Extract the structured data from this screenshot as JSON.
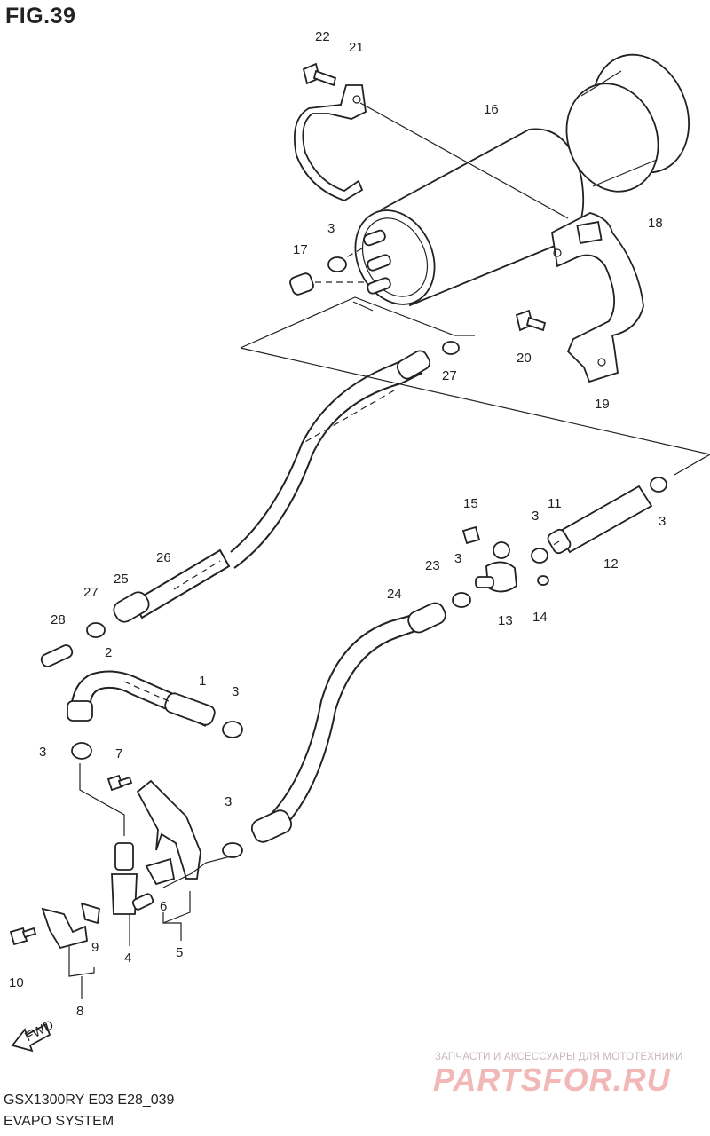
{
  "figure": {
    "title": "FIG.39",
    "model_code": "GSX1300RY E03 E28_039",
    "section_name": "EVAPO SYSTEM",
    "fwd_label": "FWD"
  },
  "watermark": {
    "tagline": "ЗАПЧАСТИ И АКСЕССУАРЫ ДЛЯ МОТОТЕХНИКИ",
    "brand": "PARTSFOR.RU"
  },
  "callouts": {
    "p1": "1",
    "p2": "2",
    "p3a": "3",
    "p3b": "3",
    "p3c": "3",
    "p3d": "3",
    "p3e": "3",
    "p3f": "3",
    "p3g": "3",
    "p4": "4",
    "p5": "5",
    "p6": "6",
    "p7": "7",
    "p8": "8",
    "p9": "9",
    "p10": "10",
    "p11": "11",
    "p12": "12",
    "p13": "13",
    "p14": "14",
    "p15": "15",
    "p16": "16",
    "p17": "17",
    "p18": "18",
    "p19": "19",
    "p20": "20",
    "p21": "21",
    "p22": "22",
    "p23": "23",
    "p24": "24",
    "p25": "25",
    "p26": "26",
    "p27a": "27",
    "p27b": "27",
    "p28": "28"
  },
  "colors": {
    "line": "#222222",
    "watermark_brand": "#f2b8b8",
    "watermark_text": "#c8b8b8"
  }
}
